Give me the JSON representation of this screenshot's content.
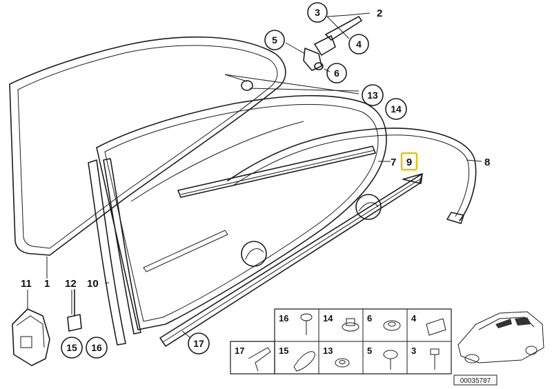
{
  "callouts": [
    {
      "id": "c3",
      "label": "3"
    },
    {
      "id": "c4",
      "label": "4"
    },
    {
      "id": "c5",
      "label": "5"
    },
    {
      "id": "c6",
      "label": "6"
    },
    {
      "id": "c13",
      "label": "13"
    },
    {
      "id": "c14",
      "label": "14"
    },
    {
      "id": "c15",
      "label": "15"
    },
    {
      "id": "c16",
      "label": "16"
    },
    {
      "id": "c17",
      "label": "17"
    }
  ],
  "labels": {
    "l1": "1",
    "l2": "2",
    "l7": "7",
    "l8": "8",
    "l9": "9",
    "l10": "10",
    "l11": "11",
    "l12": "12"
  },
  "highlight_color": "#e8c200",
  "parts_grid": {
    "top_row": [
      "16",
      "14",
      "6",
      "4"
    ],
    "bottom_row": [
      "17",
      "15",
      "13",
      "5",
      "3"
    ]
  },
  "diagram_code": "00035787"
}
